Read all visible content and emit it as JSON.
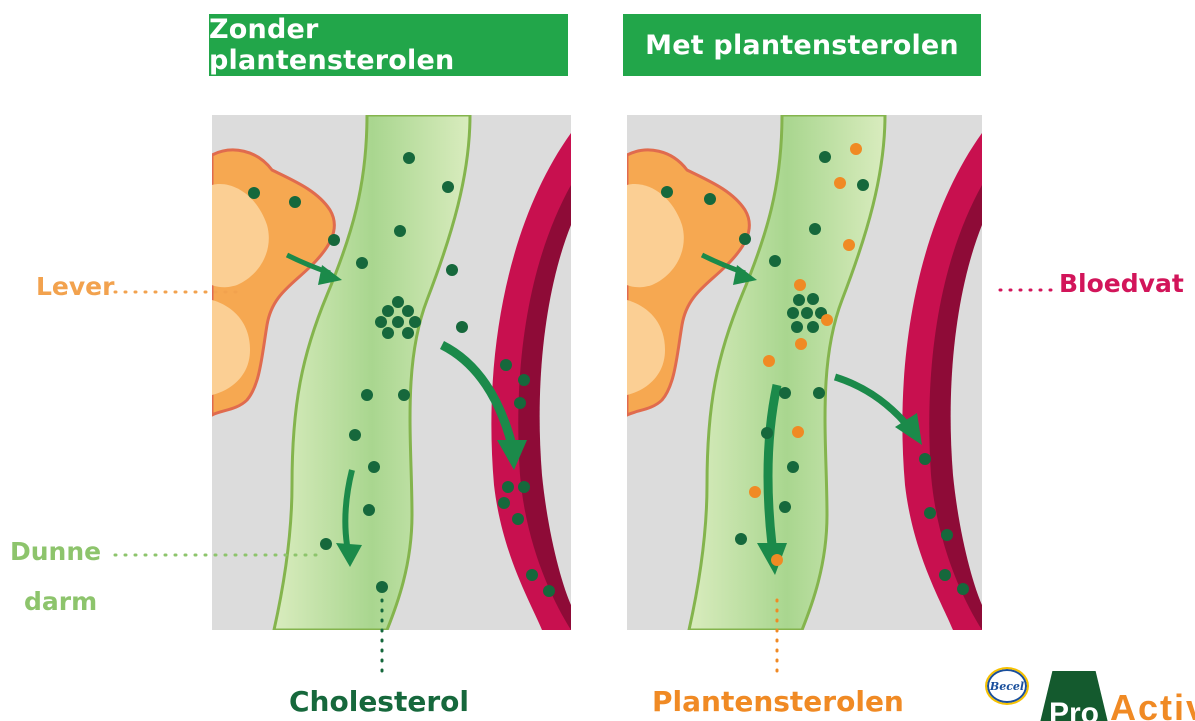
{
  "headers": {
    "left": "Zonder plantensterolen",
    "right": "Met plantensterolen"
  },
  "labels": {
    "lever": "Lever",
    "bloedvat": "Bloedvat",
    "dunne": "Dunne",
    "darm": "darm",
    "cholesterol": "Cholesterol",
    "plantensterolen": "Plantensterolen"
  },
  "logo": {
    "becel": "Becel",
    "pro": "Pro",
    "activ": "Activ"
  },
  "colors": {
    "header_green": "#22a64a",
    "lever_orange": "#f2a24e",
    "intestine_green": "#8dc46c",
    "blood_red": "#d2155a",
    "cholesterol_dark_green": "#16683c",
    "sterol_orange": "#f08a24"
  }
}
